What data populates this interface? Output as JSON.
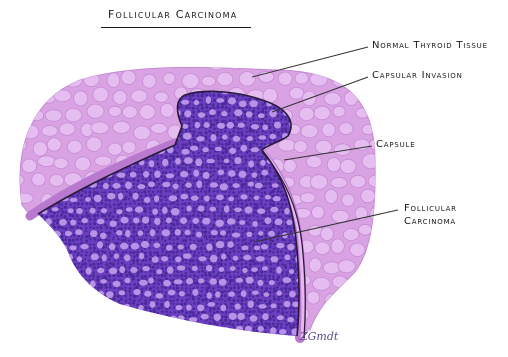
{
  "title": "Follicular Carcinoma",
  "labels": {
    "normal_tissue": "Normal Thyroid Tissue",
    "capsular_invasion": "Capsular Invasion",
    "capsule": "Capsule",
    "carcinoma_line1": "Follicular",
    "carcinoma_line2": "Carcinoma"
  },
  "signature": "ZGmdt",
  "colors": {
    "normal_bg": "#d9a3e3",
    "normal_follicle": "#e6bdf0",
    "normal_follicle_edge": "#c58bd3",
    "capsule": "#b879cf",
    "capsule_highlight": "#e7b8ef",
    "tumor_bg": "#6b3fc0",
    "tumor_cells": "#4a2a9a",
    "tumor_follicle": "#b892e6",
    "outline": "#2a1a3a",
    "leader_line": "#333333"
  }
}
